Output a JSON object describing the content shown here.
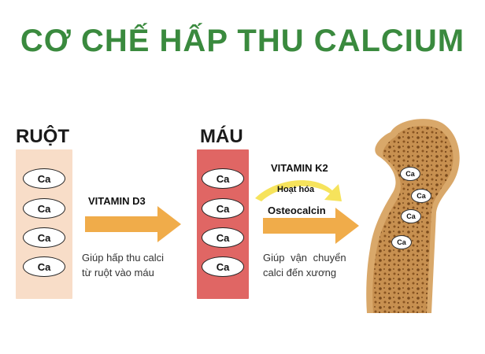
{
  "title": "CƠ CHẾ HẤP THU CALCIUM",
  "colors": {
    "title": "#3a8a3e",
    "intestine": "#f8ddc8",
    "blood": "#e06664",
    "arrow": "#f0ac4a",
    "activation_arc": "#f6e35c",
    "bone_outer": "#d9a86a",
    "bone_inner": "#a8712f"
  },
  "intestine": {
    "label": "RUỘT",
    "items": [
      "Ca",
      "Ca",
      "Ca",
      "Ca"
    ]
  },
  "blood": {
    "label": "MÁU",
    "items": [
      "Ca",
      "Ca",
      "Ca",
      "Ca"
    ]
  },
  "arrow1": {
    "label": "VITAMIN D3",
    "description": [
      "Giúp hấp thu calci",
      "từ ruột vào máu"
    ]
  },
  "arrow2": {
    "vitamin_label": "VITAMIN K2",
    "activation_label": "Hoạt hóa",
    "label": "Osteocalcin",
    "description": [
      "Giúp vận chuyển",
      "calci đến xương"
    ]
  },
  "bone": {
    "items": [
      "Ca",
      "Ca",
      "Ca",
      "Ca"
    ],
    "icon": "bone-icon"
  }
}
